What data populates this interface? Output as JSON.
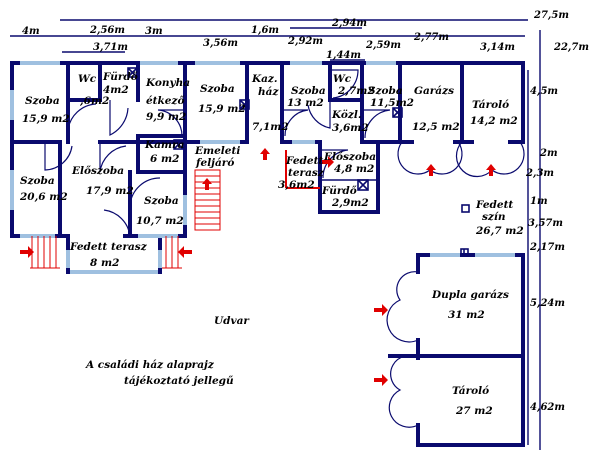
{
  "dimensions": {
    "total_width": "27,5m",
    "top_row": [
      "4m",
      "2,56m",
      "3m",
      "3,56m",
      "1,6m",
      "2,92m",
      "2,94m",
      "2,59m",
      "2,77m",
      "3,14m"
    ],
    "second_row": [
      "3,71m",
      "1,44m"
    ],
    "right_total": "22,7m",
    "right_side": [
      "4,5m",
      "2m",
      "2,3m",
      "1m",
      "3,57m",
      "2,17m",
      "5,24m",
      "4,62m"
    ]
  },
  "rooms": {
    "szoba1": {
      "name": "Szoba",
      "area": "15,9 m2"
    },
    "wc1": {
      "name": "Wc",
      "area": ",6m2"
    },
    "furdo1": {
      "name": "Fürdő",
      "area": "4m2"
    },
    "konyha": {
      "name": "Konyha",
      "sub": "étkező",
      "area": "9,9 m2"
    },
    "szoba2": {
      "name": "Szoba",
      "area": "15,9 m2"
    },
    "kazhaz": {
      "name": "Kaz.",
      "sub": "ház",
      "area": "7,1m2"
    },
    "szoba3": {
      "name": "Szoba",
      "area": "13 m2"
    },
    "wc2": {
      "name": "Wc",
      "area": "2,7m2"
    },
    "kozl": {
      "name": "Közl.",
      "area": "3,6m2"
    },
    "szoba4": {
      "name": "Szoba",
      "area": "11,5m2"
    },
    "garazs": {
      "name": "Garázs",
      "area": "12,5 m2"
    },
    "tarolo1": {
      "name": "Tároló",
      "area": "14,2 m2"
    },
    "kamra": {
      "name": "Kamra",
      "area": "6 m2"
    },
    "emeleti": {
      "name": "Emeleti",
      "sub": "feljáró"
    },
    "szoba5": {
      "name": "Szoba",
      "area": "20,6 m2"
    },
    "eloszoba1": {
      "name": "Előszoba",
      "area": "17,9 m2"
    },
    "szoba6": {
      "name": "Szoba",
      "area": "10,7 m2"
    },
    "fedett_terasz1": {
      "name": "Fedett",
      "sub": "terasz",
      "area": "3,6m2"
    },
    "eloszoba2": {
      "name": "Előszoba",
      "area": "4,8 m2"
    },
    "furdo2": {
      "name": "Fürdő",
      "area": "2,9m2"
    },
    "fedett_terasz2": {
      "name": "Fedett terasz",
      "area": "8 m2"
    },
    "fedett_szin": {
      "name": "Fedett",
      "sub": "szín",
      "area": "26,7 m2"
    },
    "dupla_garazs": {
      "name": "Dupla garázs",
      "area": "31 m2"
    },
    "tarolo2": {
      "name": "Tároló",
      "area": "27 m2"
    }
  },
  "labels": {
    "udvar": "Udvar",
    "caption_line1": "A családi ház alaprajz",
    "caption_line2": "tájékoztató jellegű"
  },
  "colors": {
    "wall": "#0a0a6e",
    "window": "#9fc0e0",
    "arrow": "#e00000",
    "stairs": "#e00000"
  }
}
